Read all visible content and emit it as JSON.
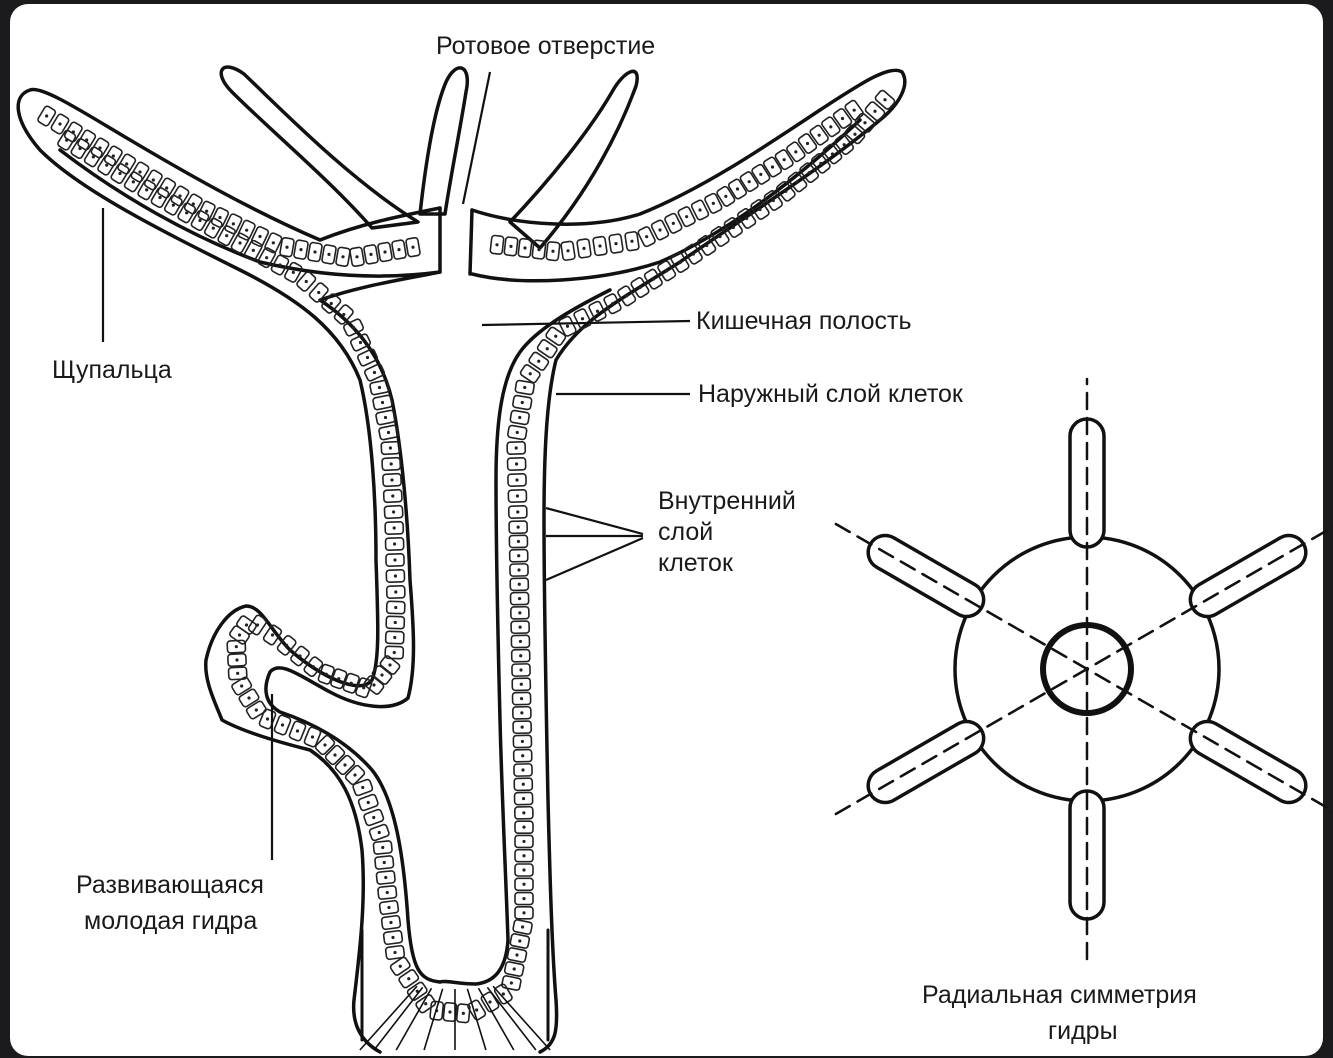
{
  "figure": {
    "labels": {
      "mouth": "Ротовое отверстие",
      "tentacles": "Щупальца",
      "gut_cavity": "Кишечная полость",
      "outer_layer": "Наружный слой клеток",
      "inner_layer_1": "Внутренний",
      "inner_layer_2": "слой",
      "inner_layer_3": "клеток",
      "bud_1": "Развивающаяся",
      "bud_2": "молодая гидра",
      "symmetry_1": "Радиальная симметрия",
      "symmetry_2": "гидры"
    }
  },
  "colors": {
    "background": "#1b1b1d",
    "paper": "#ffffff",
    "ink": "#111111"
  }
}
